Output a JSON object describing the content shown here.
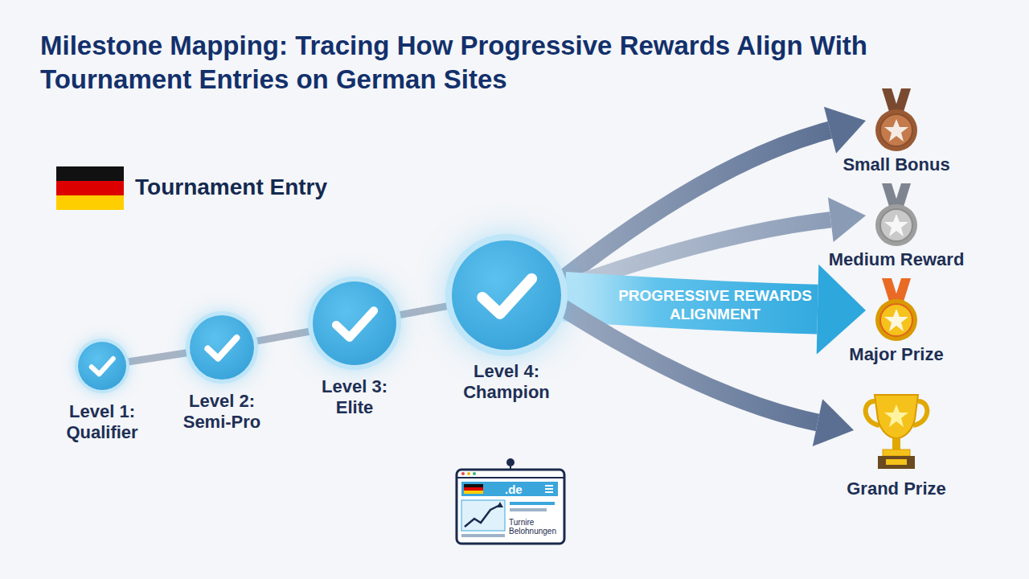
{
  "diagram": {
    "title": "Milestone Mapping: Tracing How Progressive Rewards Align With Tournament Entries on German Sites",
    "nodes": [
      {
        "text": [
          "Level 1: Qualifier"
        ]
      },
      {
        "text": [
          "Level 2: Semi-Pro"
        ]
      },
      {
        "text": [
          "Level 3: Elite"
        ]
      },
      {
        "text": [
          "Level 4: Champion"
        ]
      },
      {
        "text": [
          "Small Bonus"
        ]
      },
      {
        "text": [
          "Medium Reward"
        ]
      },
      {
        "text": [
          "Major Prize"
        ]
      },
      {
        "text": [
          "Grand Prize"
        ]
      }
    ],
    "edges": [
      {
        "from": 0,
        "to": 1,
        "arrow": "none"
      },
      {
        "from": 1,
        "to": 2,
        "arrow": "none"
      },
      {
        "from": 2,
        "to": 3,
        "arrow": "none"
      },
      {
        "from": 3,
        "to": 4,
        "arrow": "to"
      },
      {
        "from": 3,
        "to": 5,
        "arrow": "to"
      },
      {
        "from": 3,
        "to": 6,
        "label": "PROGRESSIVE REWARDS ALIGNMENT",
        "arrow": "to"
      },
      {
        "from": 3,
        "to": 7,
        "arrow": "to"
      }
    ],
    "labels": [
      "Tournament Entry",
      ".de",
      "Turnire Belohnungen"
    ]
  }
}
